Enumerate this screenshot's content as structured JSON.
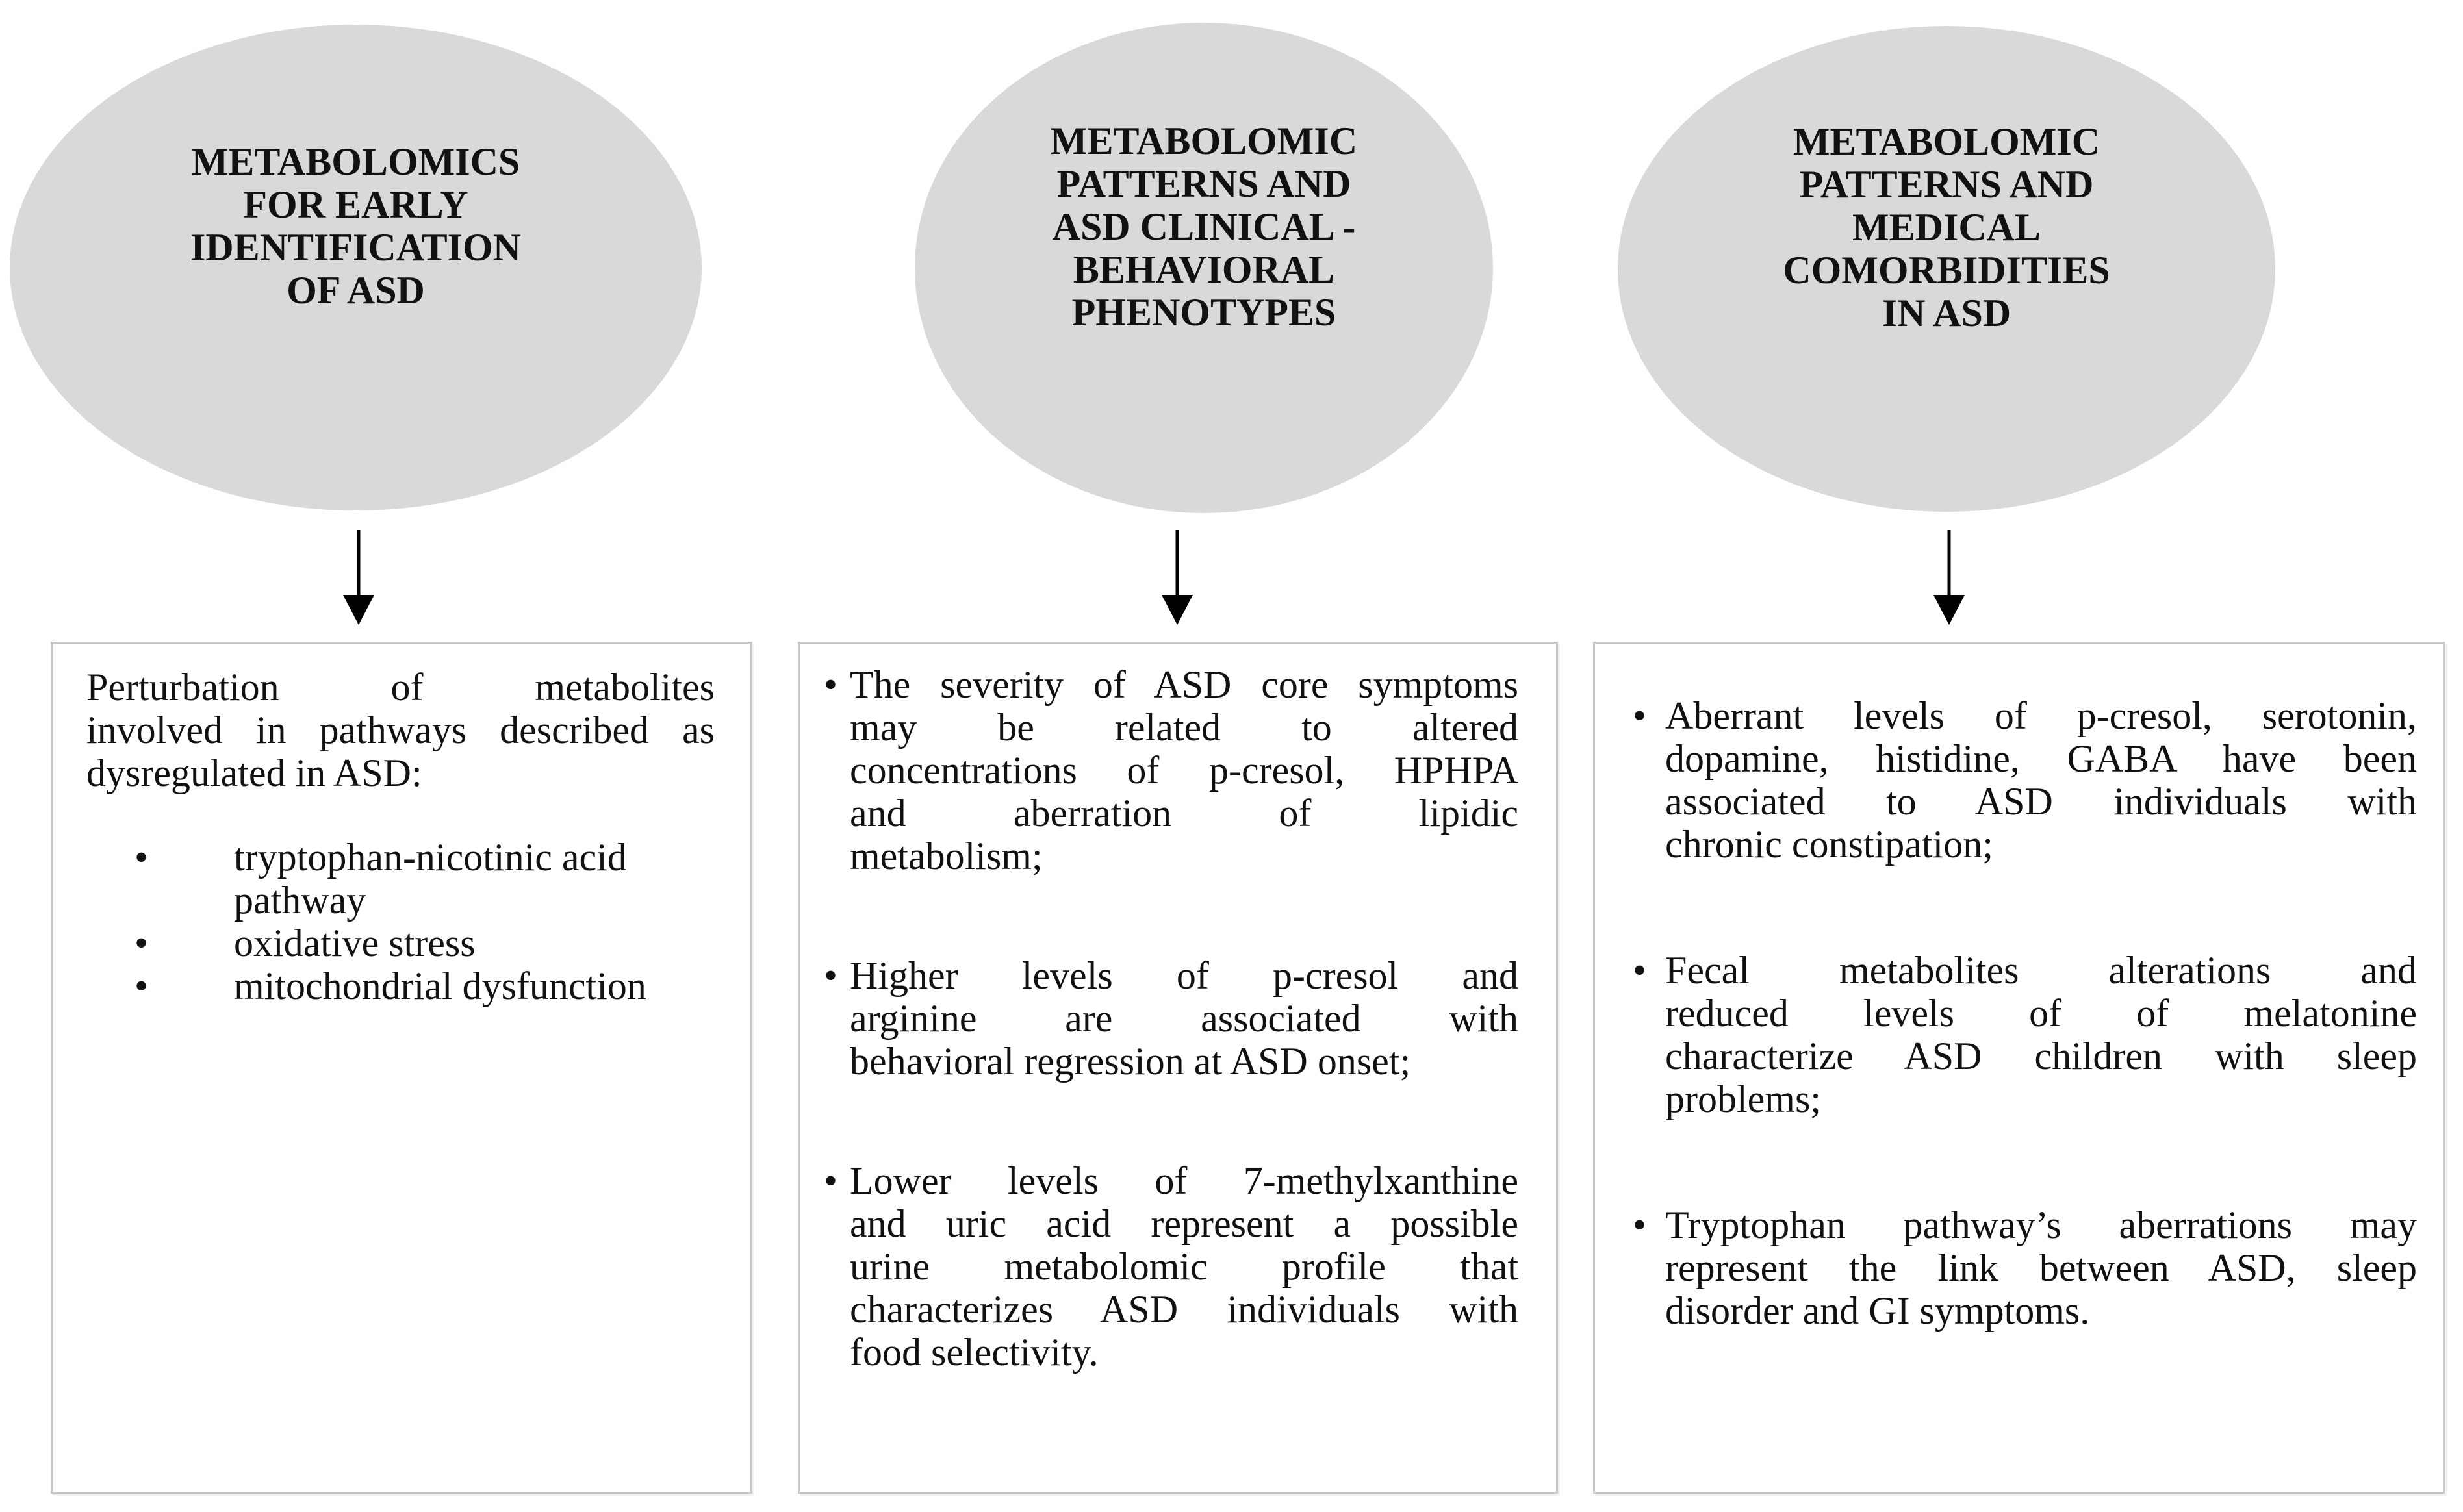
{
  "glyphs": {
    "bullet": "•"
  },
  "colors": {
    "background": "#ffffff",
    "ellipse_fill": "#d9d9d9",
    "box_border": "#c8c8c8",
    "arrow": "#000000",
    "text": "#111111"
  },
  "columns": [
    {
      "ellipse_title": "METABOLOMICS\nFOR EARLY\nIDENTIFICATION\nOF ASD",
      "box": {
        "intro_lines": [
          "Perturbation of metabolites",
          "involved in pathways described as",
          "dysregulated in ASD:"
        ],
        "list_items": [
          "tryptophan-nicotinic acid pathway",
          "oxidative stress",
          "mitochondrial dysfunction"
        ]
      }
    },
    {
      "ellipse_title": "METABOLOMIC\nPATTERNS AND\nASD CLINICAL -\nBEHAVIORAL\nPHENOTYPES",
      "box": {
        "items": [
          {
            "lines": [
              "The severity of ASD core symptoms",
              "may be related to altered",
              "concentrations of p-cresol, HPHPA",
              "and aberration of lipidic",
              "metabolism;"
            ]
          },
          {
            "lines": [
              "Higher levels of p-cresol and",
              "arginine are associated with",
              "behavioral regression at ASD onset;"
            ]
          },
          {
            "lines": [
              "Lower levels of 7-methylxanthine",
              "and uric acid represent a possible",
              "urine metabolomic profile that",
              "characterizes ASD individuals with",
              "food selectivity."
            ]
          }
        ]
      }
    },
    {
      "ellipse_title": "METABOLOMIC\nPATTERNS AND\nMEDICAL\nCOMORBIDITIES\nIN ASD",
      "box": {
        "items": [
          {
            "lines": [
              "Aberrant levels of p-cresol, serotonin,",
              "dopamine, histidine, GABA have been",
              "associated to ASD individuals with",
              "chronic constipation;"
            ]
          },
          {
            "lines": [
              "Fecal metabolites alterations and",
              "reduced levels of of melatonine",
              "characterize ASD children with sleep",
              "problems;"
            ]
          },
          {
            "lines": [
              "Tryptophan pathway’s aberrations may",
              "represent the link between ASD, sleep",
              "disorder and GI symptoms."
            ]
          }
        ]
      }
    }
  ]
}
